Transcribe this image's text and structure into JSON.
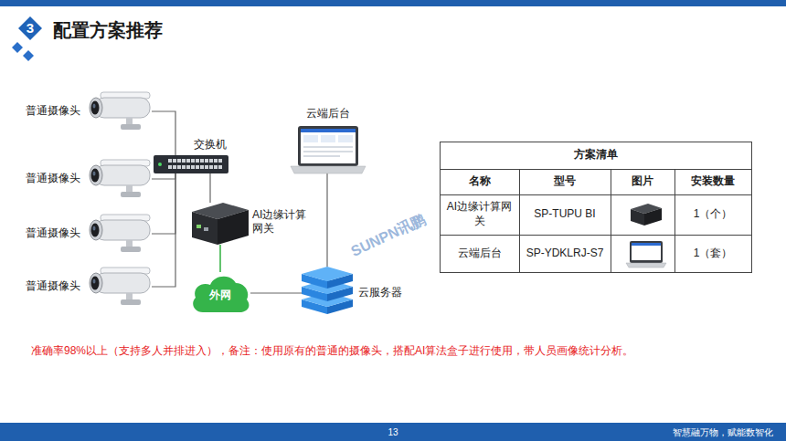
{
  "diagram": {
    "title": "配置方案推荐",
    "nodes": [
      {
        "text": [
          "3"
        ]
      },
      {
        "text": [
          "普通摄像头"
        ]
      },
      {
        "text": [
          "普通摄像头"
        ]
      },
      {
        "text": [
          "普通摄像头"
        ]
      },
      {
        "text": [
          "普通摄像头"
        ]
      },
      {
        "text": [
          "交换机"
        ]
      },
      {
        "text": [
          "AI边缘计算网关"
        ]
      },
      {
        "text": [
          "外网"
        ]
      },
      {
        "text": [
          "云服务器"
        ]
      },
      {
        "text": [
          "云端后台"
        ]
      }
    ],
    "edges": [
      {
        "from": 1,
        "to": 5,
        "arrow": "none"
      },
      {
        "from": 2,
        "to": 5,
        "arrow": "none"
      },
      {
        "from": 3,
        "to": 5,
        "arrow": "none"
      },
      {
        "from": 4,
        "to": 5,
        "arrow": "none"
      },
      {
        "from": 5,
        "to": 6,
        "arrow": "none"
      },
      {
        "from": 6,
        "to": 7,
        "arrow": "none"
      },
      {
        "from": 7,
        "to": 8,
        "arrow": "none"
      },
      {
        "from": 8,
        "to": 9,
        "arrow": "none"
      }
    ],
    "labels": [
      "方案清单",
      "名称",
      "型号",
      "图片",
      "安装数量",
      "AI边缘计算网关",
      "SP-TUPU BI",
      "1（个）",
      "云端后台",
      "SP-YDKLRJ-S7",
      "1（套）",
      "SUNPN讯鹏",
      "准确率98%以上（支持多人并排进入），备注：使用原有的普通的摄像头，搭配AI算法盒子进行使用，带人员画像统计分析。",
      "13",
      "智慧融万物，赋能数智化"
    ]
  }
}
